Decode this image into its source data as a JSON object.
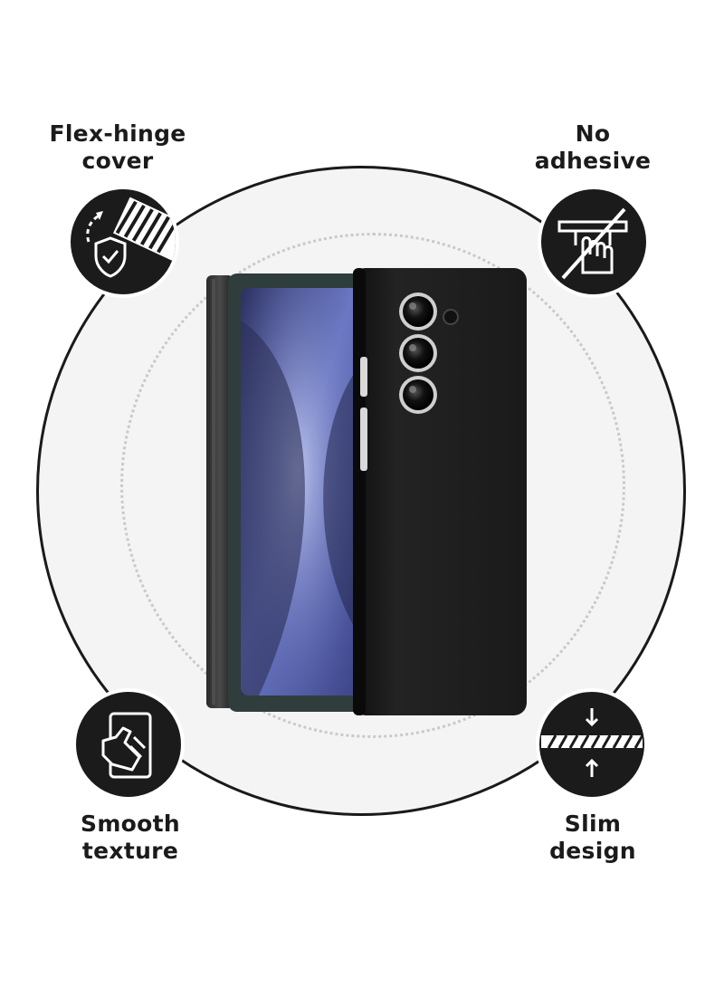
{
  "features": {
    "flex_hinge": {
      "line1": "Flex-hinge",
      "line2": "cover"
    },
    "no_adhesive": {
      "line1": "No",
      "line2": "adhesive"
    },
    "smooth_texture": {
      "line1": "Smooth",
      "line2": "texture"
    },
    "slim_design": {
      "line1": "Slim",
      "line2": "design"
    }
  },
  "icons": {
    "flex_hinge": "hinge-shield-icon",
    "no_adhesive": "no-adhesive-hand-icon",
    "smooth_texture": "hand-touch-phone-icon",
    "slim_design": "slim-layer-arrows-icon"
  },
  "colors": {
    "badge": "#1b1b1b",
    "ring": "#1a1a1a",
    "ring_fill": "#f4f4f4",
    "case_black": "#1c1c1c",
    "bumper_green": "#2f3e3c",
    "screen_blue": "#4f5aa0"
  }
}
